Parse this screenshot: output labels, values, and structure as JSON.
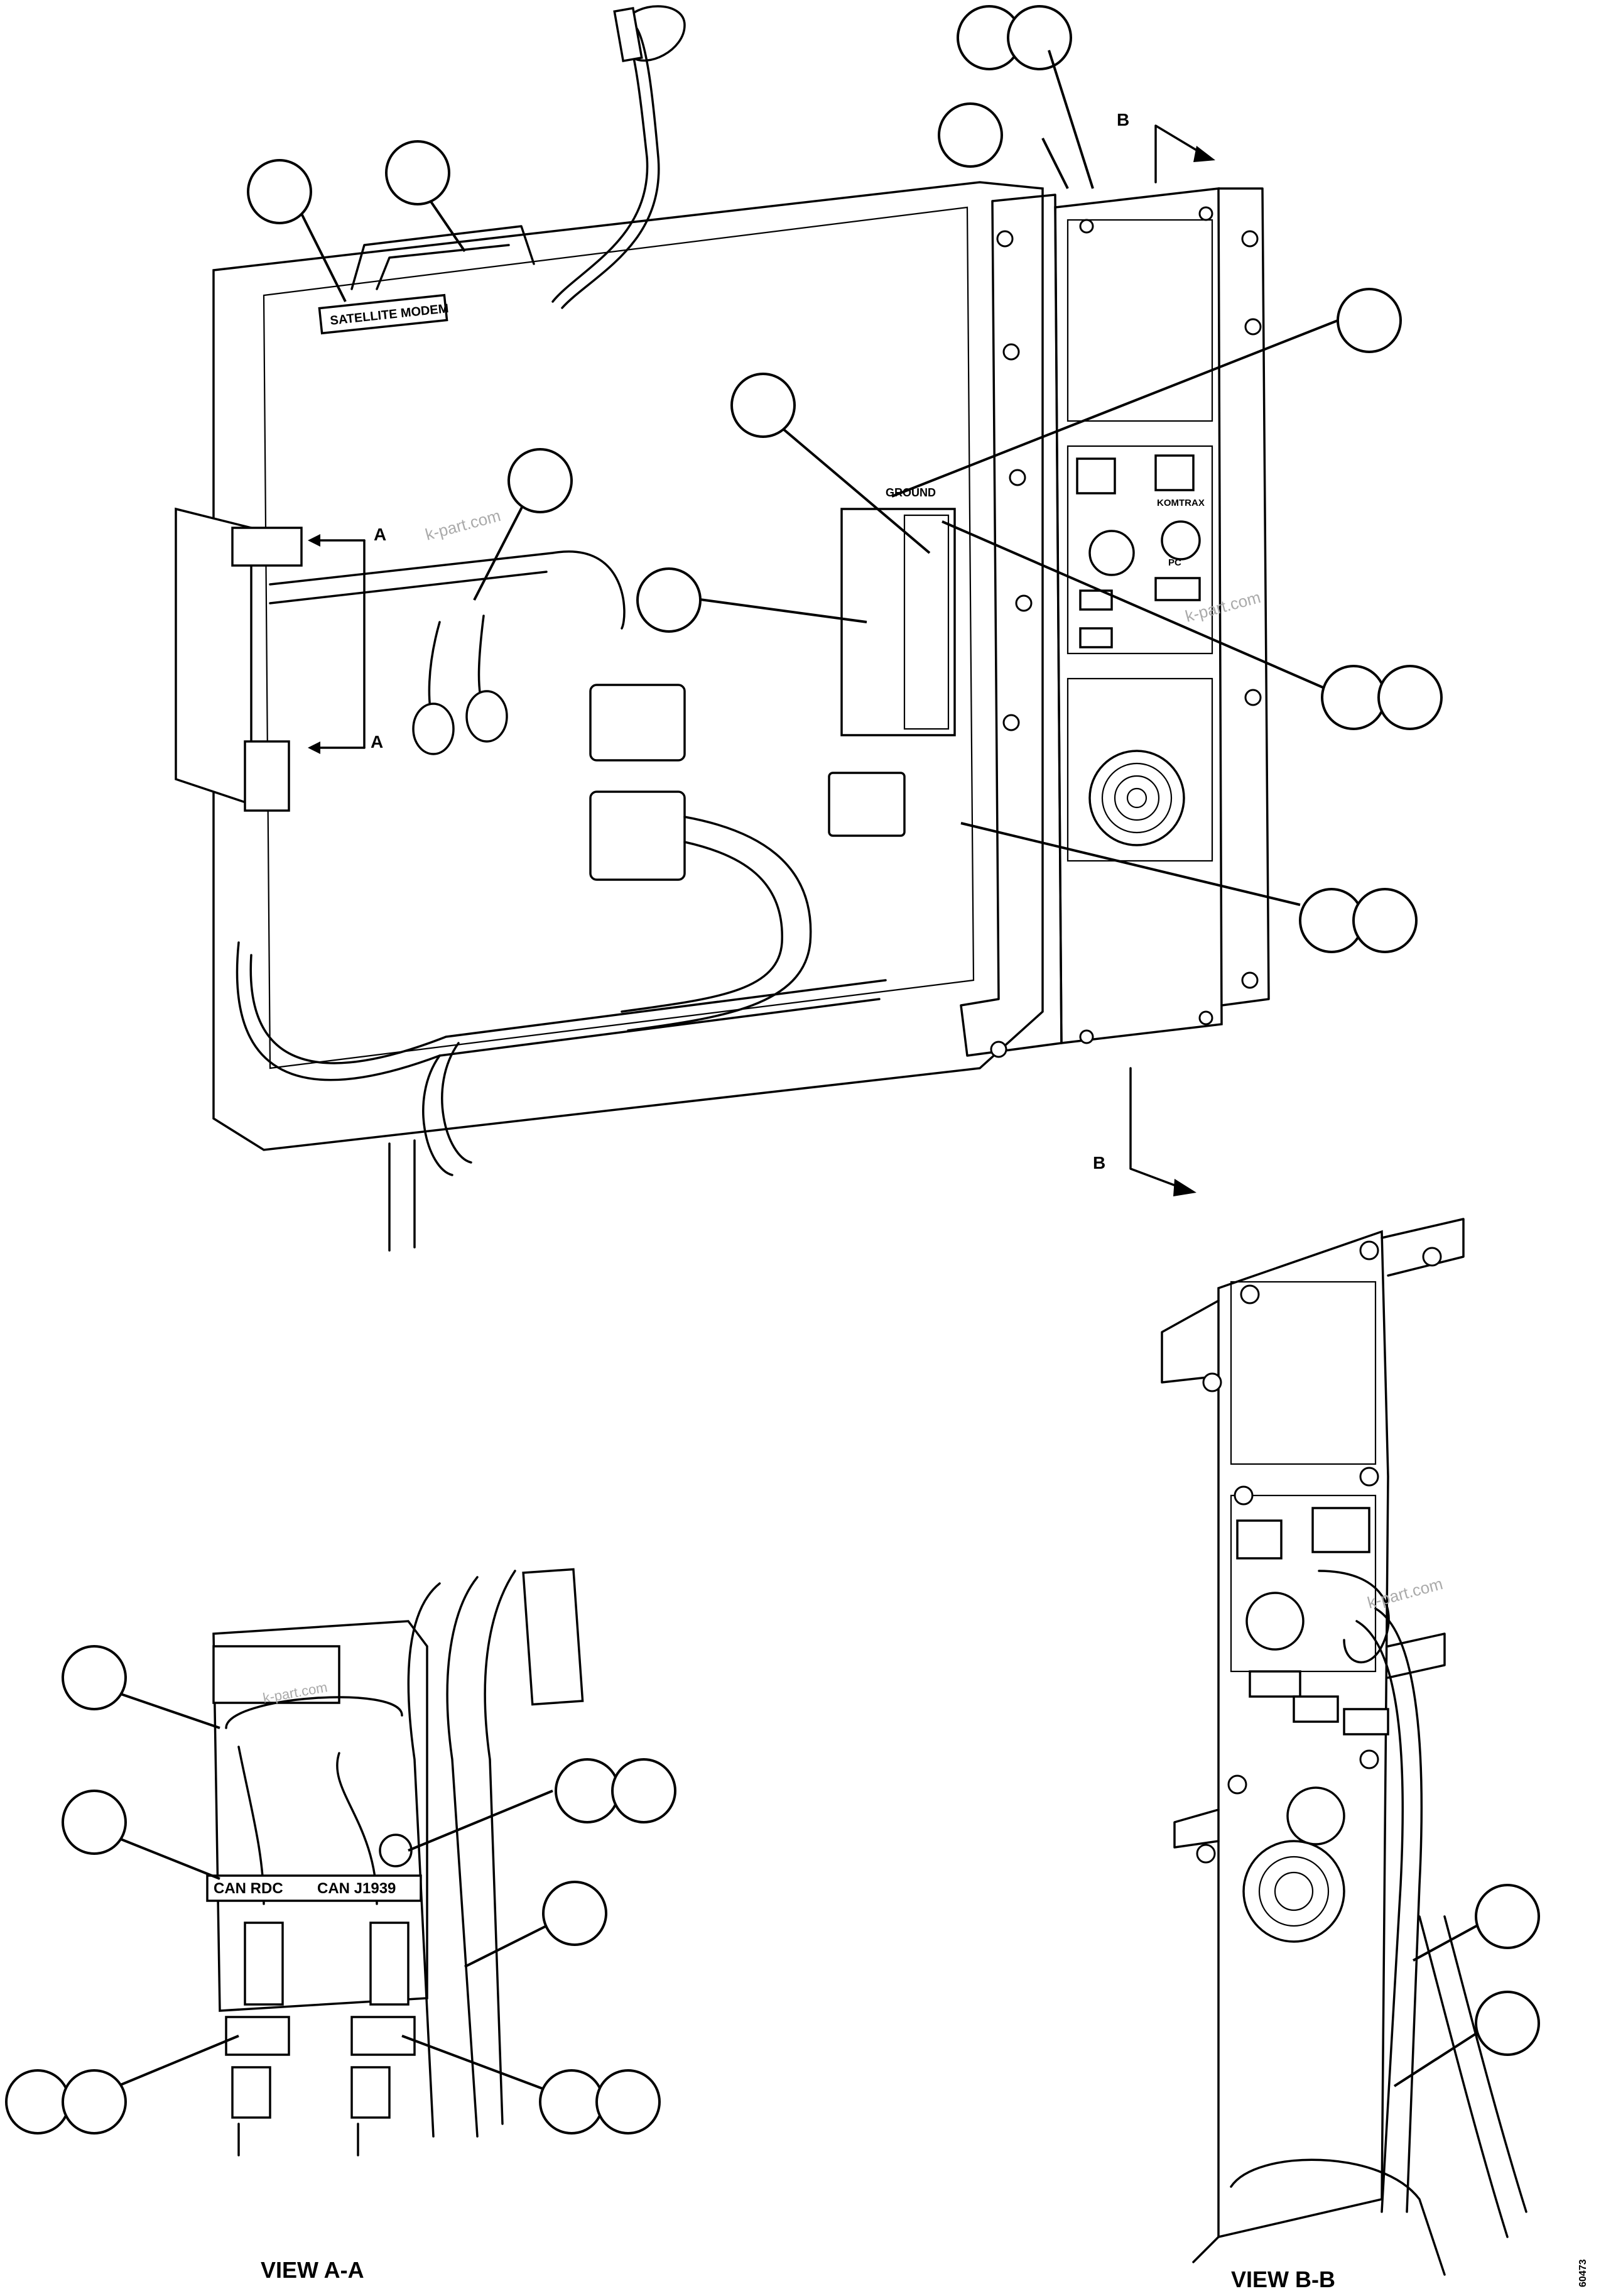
{
  "labels": {
    "satellite_modem": "SATELLITE MODEM",
    "ground": "GROUND",
    "can_rdc": "CAN RDC",
    "can_j1939": "CAN J1939",
    "komtrax_port": "KOMTRAX",
    "pc_port": "PC",
    "view_aa": "VIEW A-A",
    "view_bb": "VIEW B-B",
    "section_a": "A",
    "section_b": "B",
    "figure_code": "60473"
  },
  "watermark": "k-part.com",
  "callout_count": 24
}
